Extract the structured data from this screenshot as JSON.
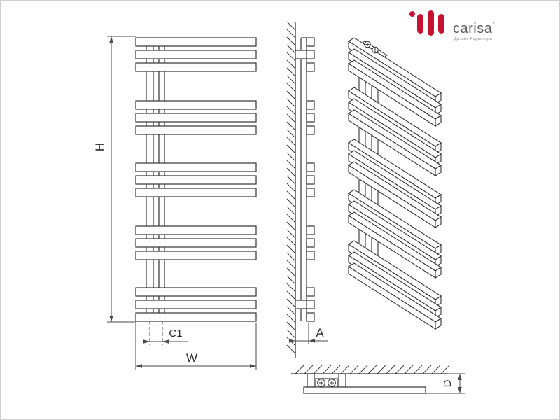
{
  "brand": {
    "name": "carisa",
    "trademark": "’",
    "tagline": "Дизайн Радиаторы",
    "accent_color": "#c51230",
    "text_color": "#595a5c"
  },
  "dimensions": {
    "height": "H",
    "center_spacing": "C1",
    "width": "W",
    "wall_distance": "A",
    "depth": "D"
  },
  "drawing": {
    "line_color": "#333333",
    "dimension_color": "#4a4a4a",
    "background": "#ffffff"
  }
}
